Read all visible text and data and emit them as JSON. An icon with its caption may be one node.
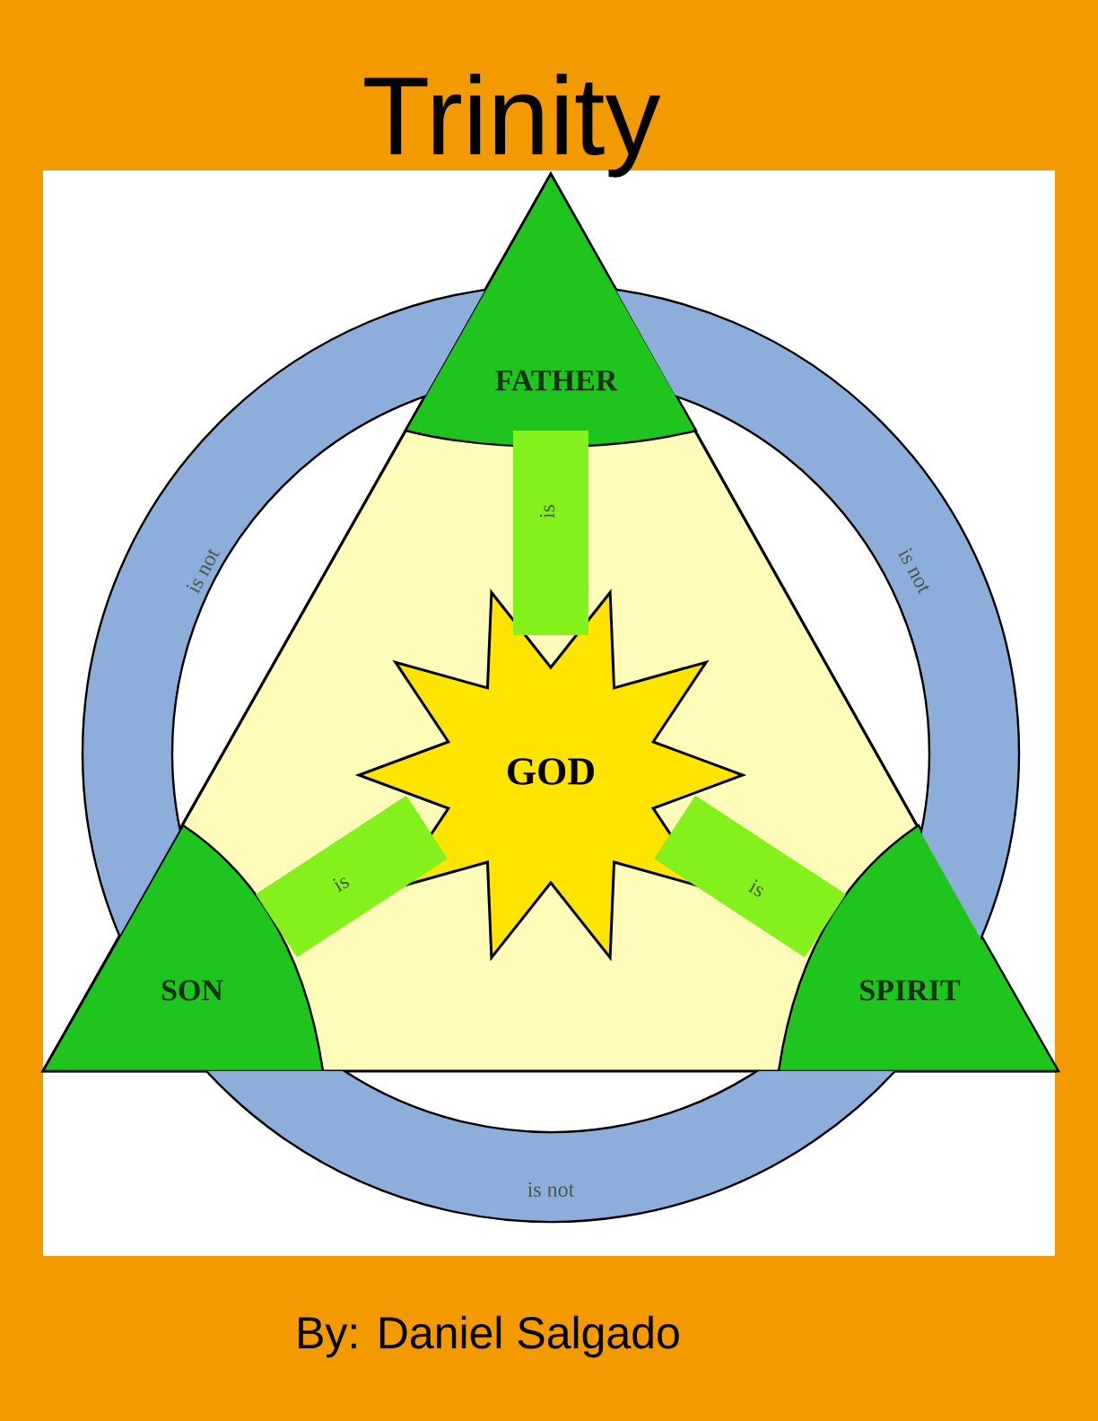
{
  "diagram": {
    "title": "Trinity",
    "nodes": [
      {
        "text": [
          "FATHER"
        ]
      },
      {
        "text": [
          "SON"
        ]
      },
      {
        "text": [
          "SPIRIT"
        ]
      },
      {
        "text": [
          "GOD"
        ]
      }
    ],
    "edges": [
      {
        "from": 0,
        "to": 3,
        "arrow": "none",
        "label": "is",
        "color": "#84f01c"
      },
      {
        "from": 1,
        "to": 3,
        "arrow": "none",
        "label": "is",
        "color": "#84f01c"
      },
      {
        "from": 2,
        "to": 3,
        "arrow": "none",
        "label": "is",
        "color": "#84f01c"
      },
      {
        "from": 0,
        "to": 1,
        "arrow": "none",
        "label": "is not",
        "color": "#8dadda"
      },
      {
        "from": 0,
        "to": 2,
        "arrow": "none",
        "label": "is not",
        "color": "#8dadda"
      },
      {
        "from": 1,
        "to": 2,
        "arrow": "none",
        "label": "is not",
        "color": "#8dadda"
      }
    ],
    "labels": [
      "By: Daniel Salgado"
    ]
  }
}
